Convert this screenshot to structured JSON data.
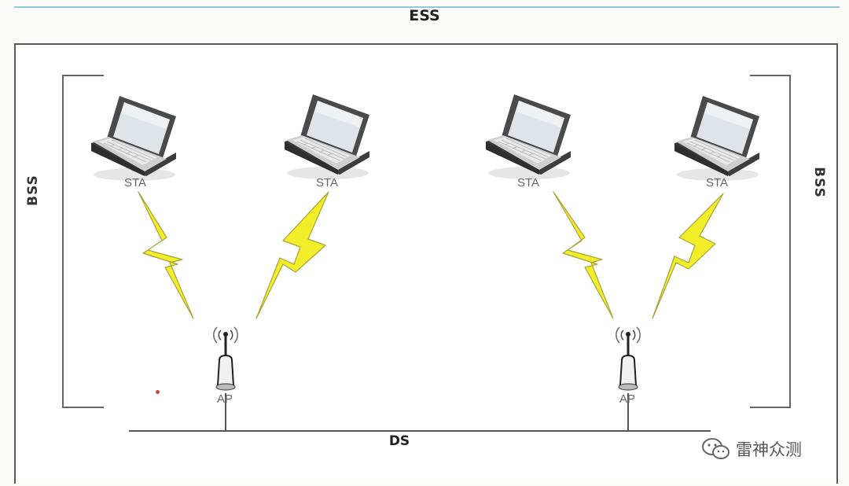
{
  "diagram": {
    "ess_label": "ESS",
    "bss_left_label": "BSS",
    "bss_right_label": "BSS",
    "ds_label": "DS",
    "stations": [
      {
        "label": "STA"
      },
      {
        "label": "STA"
      },
      {
        "label": "STA"
      },
      {
        "label": "STA"
      }
    ],
    "access_points": [
      {
        "label": "AP"
      },
      {
        "label": "AP"
      }
    ]
  },
  "watermark": {
    "text": "雷神众测",
    "icon": "wechat-icon"
  },
  "colors": {
    "lightning": "#f2ee2a",
    "lightning_stroke": "#a8a23a",
    "frame": "#5a5a5a",
    "top_line": "#8fc7dc"
  }
}
